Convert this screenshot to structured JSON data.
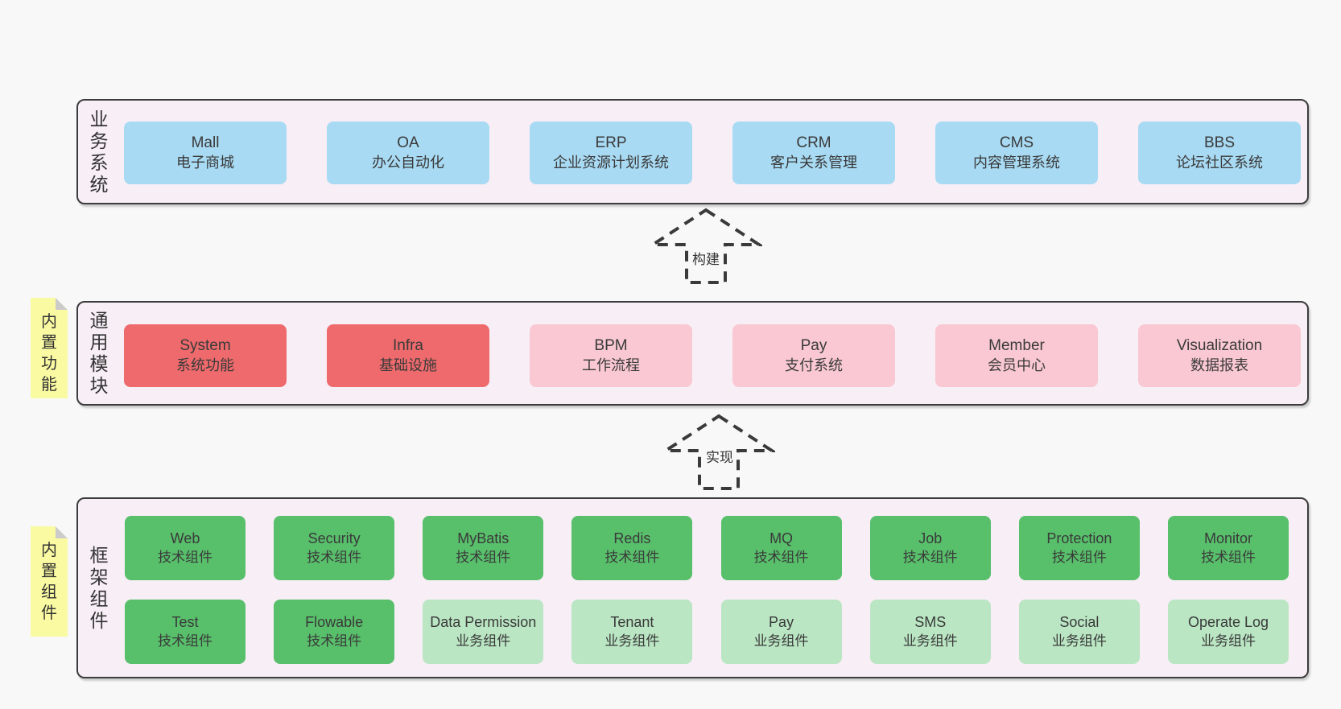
{
  "palette": {
    "page_bg": "#f8f8f8",
    "panel_bg": "#f8eef6",
    "panel_border": "#3c3c3c",
    "blue_box": "#a8daf3",
    "red_box": "#ee6a6c",
    "pink_box": "#f9c8d2",
    "green_dark_box": "#58bf6b",
    "green_light_box": "#bae6c3",
    "note_yellow": "#fafaa2",
    "note_fold": "#cbcbcb",
    "text": "#3a3a3a"
  },
  "sections": [
    {
      "id": "business-systems",
      "label": "业务系统",
      "boxes": [
        {
          "title": "Mall",
          "subtitle": "电子商城",
          "variant": "blue"
        },
        {
          "title": "OA",
          "subtitle": "办公自动化",
          "variant": "blue"
        },
        {
          "title": "ERP",
          "subtitle": "企业资源计划系统",
          "variant": "blue"
        },
        {
          "title": "CRM",
          "subtitle": "客户关系管理",
          "variant": "blue"
        },
        {
          "title": "CMS",
          "subtitle": "内容管理系统",
          "variant": "blue"
        },
        {
          "title": "BBS",
          "subtitle": "论坛社区系统",
          "variant": "blue"
        }
      ]
    },
    {
      "id": "common-modules",
      "label": "通用模块",
      "note": "内置功能",
      "boxes": [
        {
          "title": "System",
          "subtitle": "系统功能",
          "variant": "red"
        },
        {
          "title": "Infra",
          "subtitle": "基础设施",
          "variant": "red"
        },
        {
          "title": "BPM",
          "subtitle": "工作流程",
          "variant": "pink"
        },
        {
          "title": "Pay",
          "subtitle": "支付系统",
          "variant": "pink"
        },
        {
          "title": "Member",
          "subtitle": "会员中心",
          "variant": "pink"
        },
        {
          "title": "Visualization",
          "subtitle": "数据报表",
          "variant": "pink"
        }
      ]
    },
    {
      "id": "framework-components",
      "label": "框架组件",
      "note": "内置组件",
      "rows": [
        [
          {
            "title": "Web",
            "subtitle": "技术组件",
            "variant": "green_dark"
          },
          {
            "title": "Security",
            "subtitle": "技术组件",
            "variant": "green_dark"
          },
          {
            "title": "MyBatis",
            "subtitle": "技术组件",
            "variant": "green_dark"
          },
          {
            "title": "Redis",
            "subtitle": "技术组件",
            "variant": "green_dark"
          },
          {
            "title": "MQ",
            "subtitle": "技术组件",
            "variant": "green_dark"
          },
          {
            "title": "Job",
            "subtitle": "技术组件",
            "variant": "green_dark"
          },
          {
            "title": "Protection",
            "subtitle": "技术组件",
            "variant": "green_dark"
          },
          {
            "title": "Monitor",
            "subtitle": "技术组件",
            "variant": "green_dark"
          }
        ],
        [
          {
            "title": "Test",
            "subtitle": "技术组件",
            "variant": "green_dark"
          },
          {
            "title": "Flowable",
            "subtitle": "技术组件",
            "variant": "green_dark"
          },
          {
            "title": "Data Permission",
            "subtitle": "业务组件",
            "variant": "green_light"
          },
          {
            "title": "Tenant",
            "subtitle": "业务组件",
            "variant": "green_light"
          },
          {
            "title": "Pay",
            "subtitle": "业务组件",
            "variant": "green_light"
          },
          {
            "title": "SMS",
            "subtitle": "业务组件",
            "variant": "green_light"
          },
          {
            "title": "Social",
            "subtitle": "业务组件",
            "variant": "green_light"
          },
          {
            "title": "Operate Log",
            "subtitle": "业务组件",
            "variant": "green_light"
          }
        ]
      ]
    }
  ],
  "arrows": [
    {
      "label": "构建"
    },
    {
      "label": "实现"
    }
  ]
}
